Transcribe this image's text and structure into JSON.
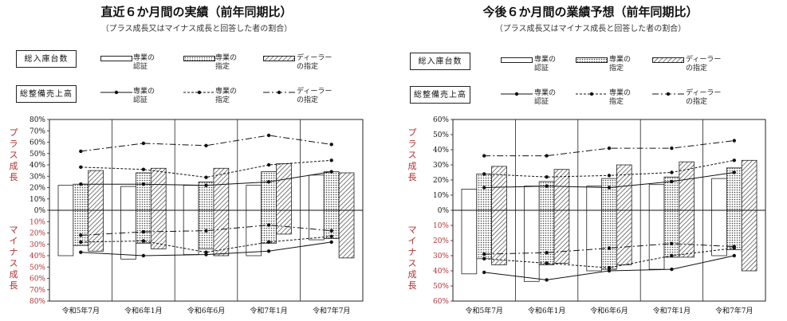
{
  "chart_data": [
    {
      "type": "bar",
      "title": "直近６か月間の実績（前年同期比）",
      "subtitle": "（プラス成長又はマイナス成長と回答した者の割合）",
      "categories": [
        "令和5年7月",
        "令和6年1月",
        "令和6年6月",
        "令和7年1月",
        "令和7年7月"
      ],
      "ylim": [
        -80,
        80
      ],
      "yticks": [
        "80%",
        "70%",
        "60%",
        "50%",
        "40%",
        "30%",
        "20%",
        "10%",
        "0%",
        "10%",
        "20%",
        "30%",
        "40%",
        "50%",
        "60%",
        "70%",
        "80%"
      ],
      "ylabel_plus": "プラス成長",
      "ylabel_minus": "マイナス成長",
      "legend_group_bars": "総入庫台数",
      "legend_group_lines": "総整備売上高",
      "legend_series": [
        "専業の認証",
        "専業の指定",
        "ディーラーの指定"
      ],
      "bars_plus": [
        [
          22,
          23,
          35
        ],
        [
          21,
          33,
          37
        ],
        [
          22,
          25,
          37
        ],
        [
          22,
          34,
          41
        ],
        [
          31,
          34,
          33
        ]
      ],
      "bars_minus": [
        [
          -40,
          -31,
          -36
        ],
        [
          -43,
          -29,
          -34
        ],
        [
          -39,
          -34,
          -40
        ],
        [
          -40,
          -29,
          -21
        ],
        [
          -26,
          -25,
          -42
        ]
      ],
      "lines_plus": [
        [
          23,
          38,
          52
        ],
        [
          23,
          36,
          59
        ],
        [
          22,
          29,
          57
        ],
        [
          25,
          40,
          66
        ],
        [
          34,
          44,
          58
        ]
      ],
      "lines_minus": [
        [
          -37,
          -28,
          -22
        ],
        [
          -40,
          -27,
          -19
        ],
        [
          -39,
          -37,
          -18
        ],
        [
          -36,
          -28,
          -13
        ],
        [
          -28,
          -23,
          -18
        ]
      ]
    },
    {
      "type": "bar",
      "title": "今後６か月間の業績予想（前年同期比）",
      "subtitle": "（プラス成長又はマイナス成長と回答した者の割合）",
      "categories": [
        "令和5年7月",
        "令和6年1月",
        "令和6年6月",
        "令和7年1月",
        "令和7年7月"
      ],
      "ylim": [
        -60,
        60
      ],
      "yticks": [
        "60%",
        "50%",
        "40%",
        "30%",
        "20%",
        "10%",
        "0%",
        "10%",
        "20%",
        "30%",
        "40%",
        "50%",
        "60%"
      ],
      "ylabel_plus": "プラス成長",
      "ylabel_minus": "マイナス成長",
      "legend_group_bars": "総入庫台数",
      "legend_group_lines": "総整備売上高",
      "legend_series": [
        "専業の認証",
        "専業の指定",
        "ディーラーの指定"
      ],
      "bars_plus": [
        [
          14,
          24,
          29
        ],
        [
          16,
          19,
          27
        ],
        [
          16,
          21,
          30
        ],
        [
          17,
          22,
          32
        ],
        [
          21,
          28,
          33
        ]
      ],
      "bars_minus": [
        [
          -42,
          -32,
          -36
        ],
        [
          -47,
          -36,
          -35
        ],
        [
          -40,
          -39,
          -36
        ],
        [
          -39,
          -31,
          -31
        ],
        [
          -30,
          -26,
          -40
        ]
      ],
      "lines_plus": [
        [
          15,
          24,
          36
        ],
        [
          16,
          22,
          36
        ],
        [
          15,
          23,
          41
        ],
        [
          19,
          25,
          41
        ],
        [
          25,
          33,
          46
        ]
      ],
      "lines_minus": [
        [
          -41,
          -32,
          -29
        ],
        [
          -46,
          -35,
          -28
        ],
        [
          -40,
          -38,
          -25
        ],
        [
          -39,
          -30,
          -22
        ],
        [
          -30,
          -25,
          -24
        ]
      ]
    }
  ]
}
